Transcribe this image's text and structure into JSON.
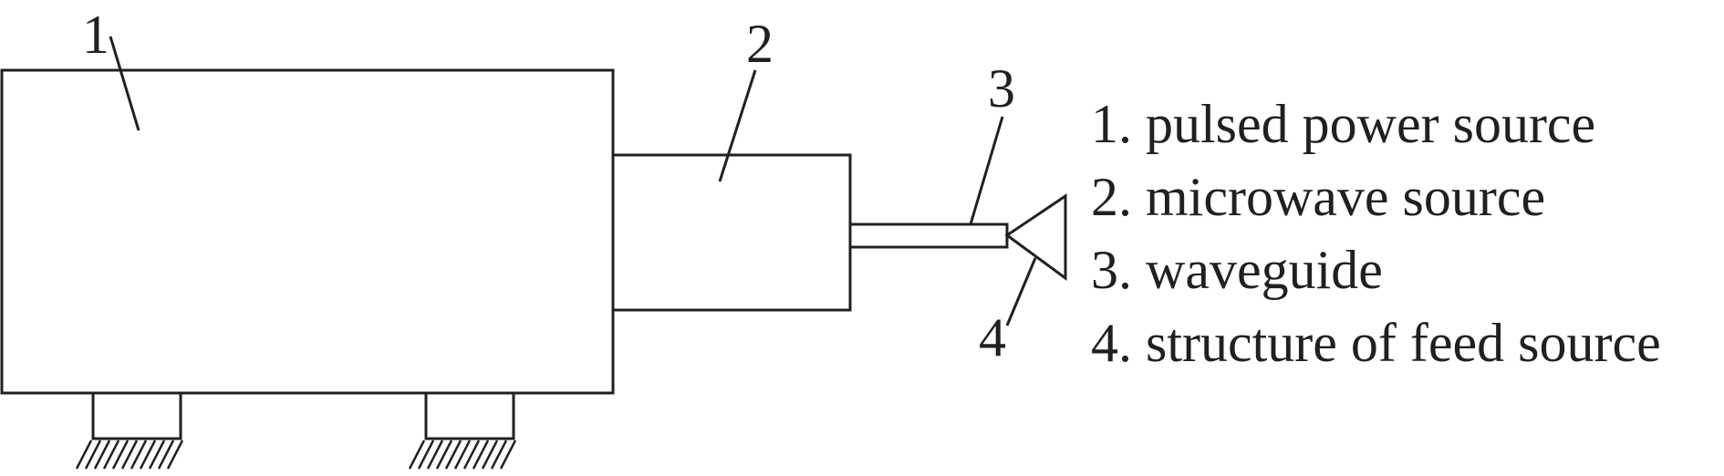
{
  "callouts": {
    "c1": "1",
    "c2": "2",
    "c3": "3",
    "c4": "4"
  },
  "legend": [
    "1. pulsed power source",
    "2. microwave source",
    "3. waveguide",
    "4. structure of feed source"
  ],
  "colors": {
    "line": "#231f20",
    "background": "#ffffff"
  }
}
